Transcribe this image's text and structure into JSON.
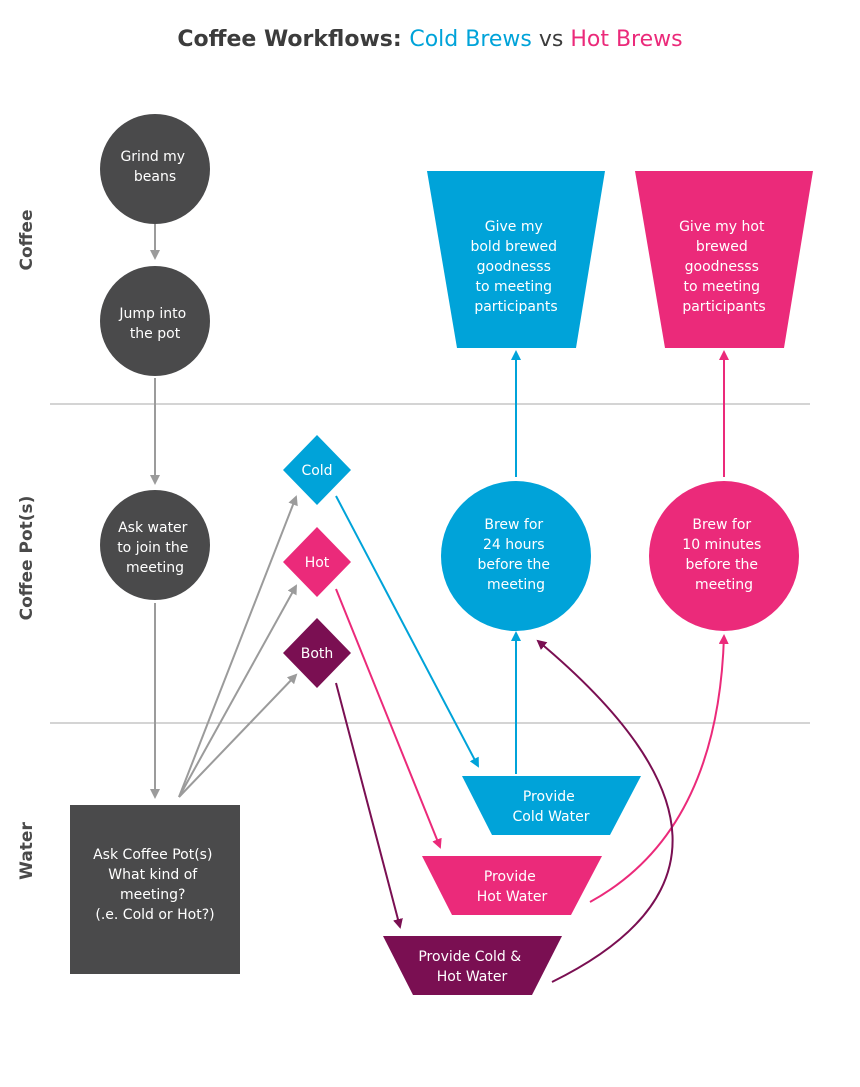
{
  "title": {
    "prefix": "Coffee Workflows: ",
    "cold": "Cold Brews",
    "vs": " vs ",
    "hot": "Hot Brews"
  },
  "colors": {
    "dark": "#4a4a4b",
    "cold": "#00a3d9",
    "hot": "#eb2a7a",
    "both": "#7a0f52",
    "line": "#9b9b9b",
    "divider": "#a8a8a8"
  },
  "lanes": {
    "coffee": "Coffee",
    "pot": "Coffee Pot(s)",
    "water": "Water"
  },
  "nodes": {
    "grind": [
      "Grind my",
      "beans"
    ],
    "jump": [
      "Jump into",
      "the pot"
    ],
    "ask_water": [
      "Ask water",
      "to join the",
      "meeting"
    ],
    "ask_pot": [
      "Ask Coffee Pot(s)",
      "What kind of",
      "meeting?",
      "(.e. Cold or Hot?)"
    ],
    "decision_cold": "Cold",
    "decision_hot": "Hot",
    "decision_both": "Both",
    "provide_cold": [
      "Provide",
      "Cold Water"
    ],
    "provide_hot": [
      "Provide",
      "Hot Water"
    ],
    "provide_both": [
      "Provide Cold &",
      "Hot Water"
    ],
    "brew_cold": [
      "Brew for",
      "24 hours",
      "before the",
      "meeting"
    ],
    "brew_hot": [
      "Brew for",
      "10 minutes",
      "before the",
      "meeting"
    ],
    "give_cold": [
      "Give my",
      "bold brewed",
      "goodnesss",
      "to meeting",
      "participants"
    ],
    "give_hot": [
      "Give my hot",
      "brewed",
      "goodnesss",
      "to meeting",
      "participants"
    ]
  }
}
